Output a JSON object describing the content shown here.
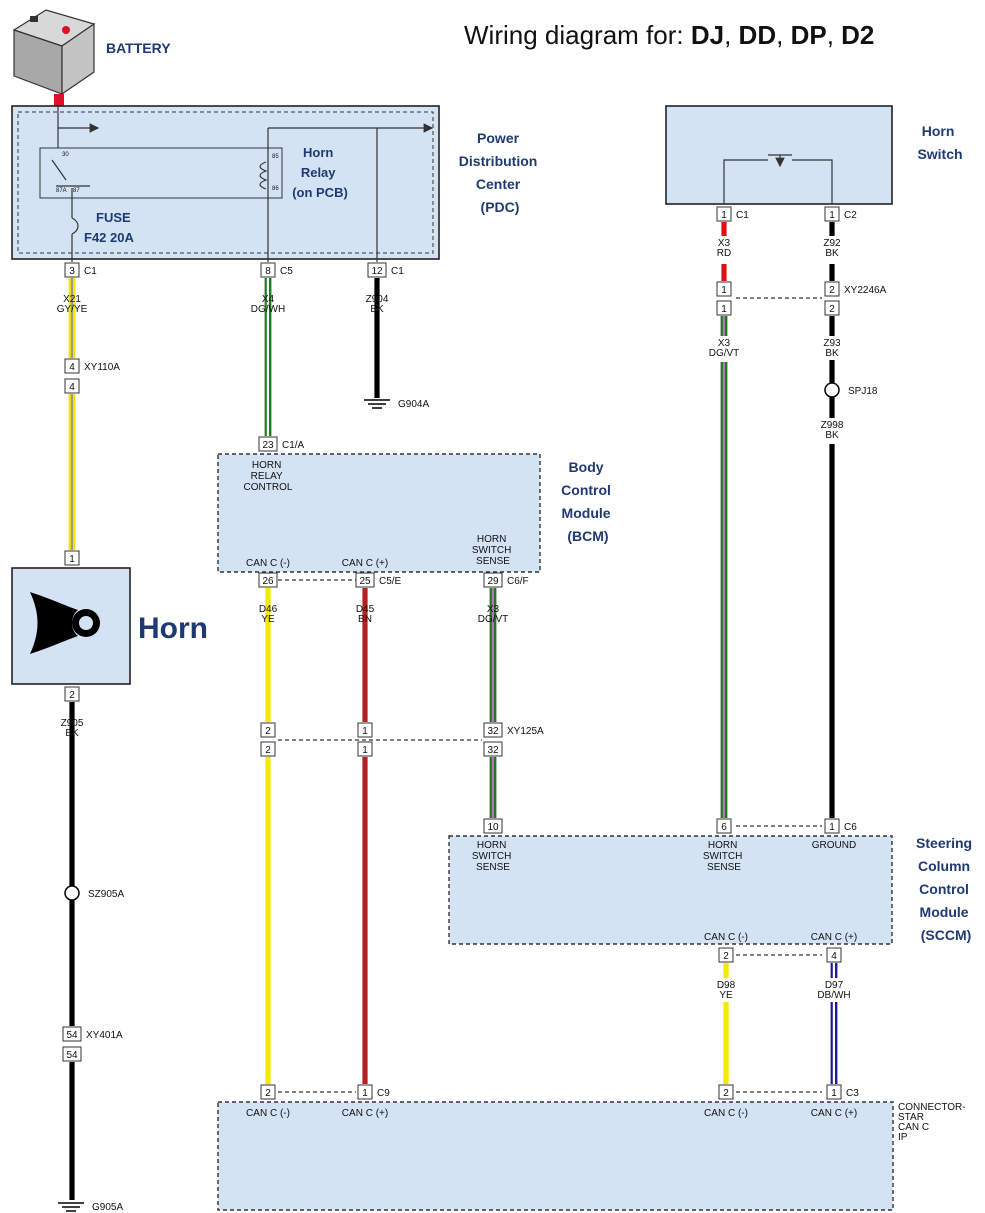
{
  "title": {
    "prefix": "Wiring diagram for: ",
    "models": [
      "DJ",
      "DD",
      "DP",
      "D2"
    ]
  },
  "battery": {
    "label": "BATTERY"
  },
  "pdc": {
    "name": [
      "Power",
      "Distribution",
      "Center",
      "(PDC)"
    ],
    "relay_label": [
      "Horn",
      "Relay",
      "(on PCB)"
    ],
    "relay_pins": [
      "30",
      "87A",
      "87",
      "85",
      "86"
    ],
    "fuse_label": [
      "FUSE",
      "F42 20A"
    ]
  },
  "horn_switch": {
    "name": [
      "Horn",
      "Switch"
    ]
  },
  "horn": {
    "name": "Horn"
  },
  "bcm": {
    "name": [
      "Body",
      "Control",
      "Module",
      "(BCM)"
    ],
    "horn_relay_control": [
      "HORN",
      "RELAY",
      "CONTROL"
    ],
    "horn_switch_sense": [
      "HORN",
      "SWITCH",
      "SENSE"
    ],
    "can_minus": "CAN C (-)",
    "can_plus": "CAN C (+)"
  },
  "sccm": {
    "name": [
      "Steering",
      "Column",
      "Control",
      "Module",
      "(SCCM)"
    ],
    "horn_switch_sense": [
      "HORN",
      "SWITCH",
      "SENSE"
    ],
    "ground": "GROUND",
    "can_minus": "CAN C (-)",
    "can_plus": "CAN C (+)"
  },
  "star": {
    "name": [
      "CONNECTOR-",
      "STAR",
      "CAN C",
      "IP"
    ],
    "can_minus": "CAN C (-)",
    "can_plus": "CAN C (+)"
  },
  "pins": [
    {
      "id": "pdc-c1-3",
      "num": "3",
      "conn": "C1"
    },
    {
      "id": "pdc-c5-8",
      "num": "8",
      "conn": "C5"
    },
    {
      "id": "pdc-c1-12",
      "num": "12",
      "conn": "C1"
    },
    {
      "id": "xy110a-top",
      "num": "4",
      "conn": "XY110A"
    },
    {
      "id": "xy110a-bot",
      "num": "4",
      "conn": ""
    },
    {
      "id": "horn-1",
      "num": "1",
      "conn": ""
    },
    {
      "id": "horn-2",
      "num": "2",
      "conn": ""
    },
    {
      "id": "xy401a-top",
      "num": "54",
      "conn": "XY401A"
    },
    {
      "id": "xy401a-bot",
      "num": "54",
      "conn": ""
    },
    {
      "id": "bcm-23",
      "num": "23",
      "conn": "C1/A"
    },
    {
      "id": "bcm-26",
      "num": "26",
      "conn": ""
    },
    {
      "id": "bcm-25",
      "num": "25",
      "conn": "C5/E"
    },
    {
      "id": "bcm-29",
      "num": "29",
      "conn": "C6/F"
    },
    {
      "id": "xy125a-2a",
      "num": "2",
      "conn": ""
    },
    {
      "id": "xy125a-1a",
      "num": "1",
      "conn": ""
    },
    {
      "id": "xy125a-32a",
      "num": "32",
      "conn": "XY125A"
    },
    {
      "id": "xy125a-2b",
      "num": "2",
      "conn": ""
    },
    {
      "id": "xy125a-1b",
      "num": "1",
      "conn": ""
    },
    {
      "id": "xy125a-32b",
      "num": "32",
      "conn": ""
    },
    {
      "id": "star-2a",
      "num": "2",
      "conn": ""
    },
    {
      "id": "star-1a",
      "num": "1",
      "conn": "C9"
    },
    {
      "id": "hs-c1",
      "num": "1",
      "conn": "C1"
    },
    {
      "id": "hs-c2",
      "num": "1",
      "conn": "C2"
    },
    {
      "id": "xy2246a-1a",
      "num": "1",
      "conn": ""
    },
    {
      "id": "xy2246a-2a",
      "num": "2",
      "conn": "XY2246A"
    },
    {
      "id": "xy2246a-1b",
      "num": "1",
      "conn": ""
    },
    {
      "id": "xy2246a-2b",
      "num": "2",
      "conn": ""
    },
    {
      "id": "sccm-10",
      "num": "10",
      "conn": ""
    },
    {
      "id": "sccm-6",
      "num": "6",
      "conn": ""
    },
    {
      "id": "sccm-1",
      "num": "1",
      "conn": "C6"
    },
    {
      "id": "sccm-2",
      "num": "2",
      "conn": ""
    },
    {
      "id": "sccm-4",
      "num": "4",
      "conn": ""
    },
    {
      "id": "star-2b",
      "num": "2",
      "conn": ""
    },
    {
      "id": "star-1b",
      "num": "1",
      "conn": "C3"
    }
  ],
  "wires": [
    {
      "id": "x21",
      "circuit": "X21",
      "color_code": "GY/YE",
      "stripe": [
        "#f4e600",
        "#9a9a9a",
        "#f4e600"
      ]
    },
    {
      "id": "x4",
      "circuit": "X4",
      "color_code": "DG/WH",
      "stripe": [
        "#1e7a1e",
        "#ffffff",
        "#1e7a1e"
      ]
    },
    {
      "id": "z904",
      "circuit": "Z904",
      "color_code": "BK",
      "stripe": [
        "#000000"
      ]
    },
    {
      "id": "z905",
      "circuit": "Z905",
      "color_code": "BK",
      "stripe": [
        "#000000"
      ]
    },
    {
      "id": "d46",
      "circuit": "D46",
      "color_code": "YE",
      "stripe": [
        "#f2ea00"
      ]
    },
    {
      "id": "d45",
      "circuit": "D45",
      "color_code": "BN",
      "stripe": [
        "#b22222"
      ]
    },
    {
      "id": "x3-bcm",
      "circuit": "X3",
      "color_code": "DG/VT",
      "stripe": [
        "#1e7a1e",
        "#c070c0",
        "#1e7a1e"
      ]
    },
    {
      "id": "x3-rd",
      "circuit": "X3",
      "color_code": "RD",
      "stripe": [
        "#e01010"
      ]
    },
    {
      "id": "z92",
      "circuit": "Z92",
      "color_code": "BK",
      "stripe": [
        "#000000"
      ]
    },
    {
      "id": "x3-sw",
      "circuit": "X3",
      "color_code": "DG/VT",
      "stripe": [
        "#1e7a1e",
        "#c070c0",
        "#1e7a1e"
      ]
    },
    {
      "id": "z93",
      "circuit": "Z93",
      "color_code": "BK",
      "stripe": [
        "#000000"
      ]
    },
    {
      "id": "z998",
      "circuit": "Z998",
      "color_code": "BK",
      "stripe": [
        "#000000"
      ]
    },
    {
      "id": "d98",
      "circuit": "D98",
      "color_code": "YE",
      "stripe": [
        "#f2ea00"
      ]
    },
    {
      "id": "d97",
      "circuit": "D97",
      "color_code": "DB/WH",
      "stripe": [
        "#1a1a9a",
        "#ffffff",
        "#1a1a9a"
      ]
    }
  ],
  "splices": [
    {
      "id": "sz905a",
      "label": "SZ905A"
    },
    {
      "id": "spj18",
      "label": "SPJ18"
    }
  ],
  "grounds": [
    {
      "id": "g904a",
      "label": "G904A"
    },
    {
      "id": "g905a",
      "label": "G905A"
    }
  ],
  "colors": {
    "module_fill": "#d3e3f4",
    "label_navy": "#1f3a73",
    "battery_red": "#e0102a"
  }
}
